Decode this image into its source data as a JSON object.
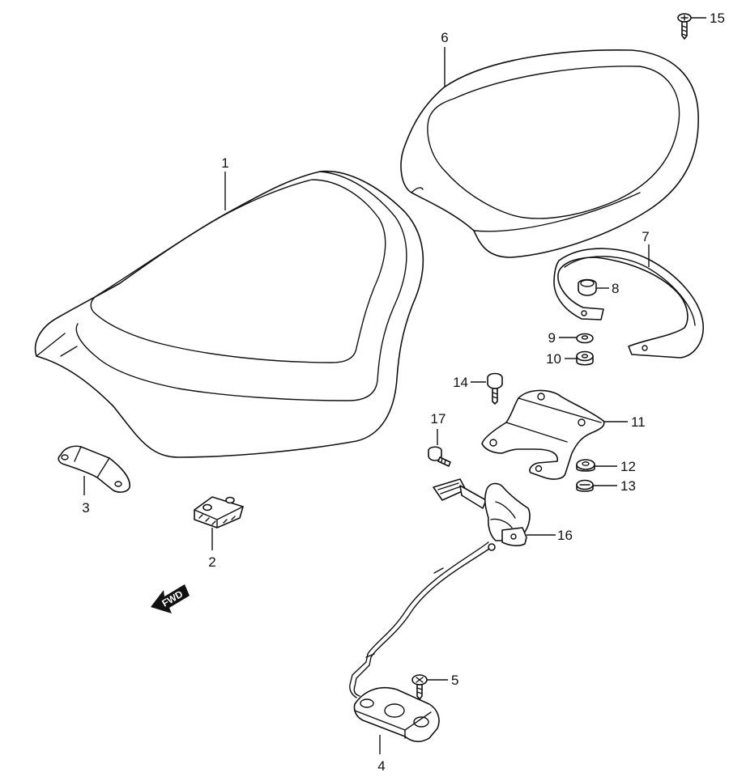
{
  "callouts": {
    "c1": "1",
    "c2": "2",
    "c3": "3",
    "c4": "4",
    "c5": "5",
    "c6": "6",
    "c7": "7",
    "c8": "8",
    "c9": "9",
    "c10": "10",
    "c11": "11",
    "c12": "12",
    "c13": "13",
    "c14": "14",
    "c15": "15",
    "c16": "16",
    "c17": "17"
  },
  "direction_label": "FWD"
}
